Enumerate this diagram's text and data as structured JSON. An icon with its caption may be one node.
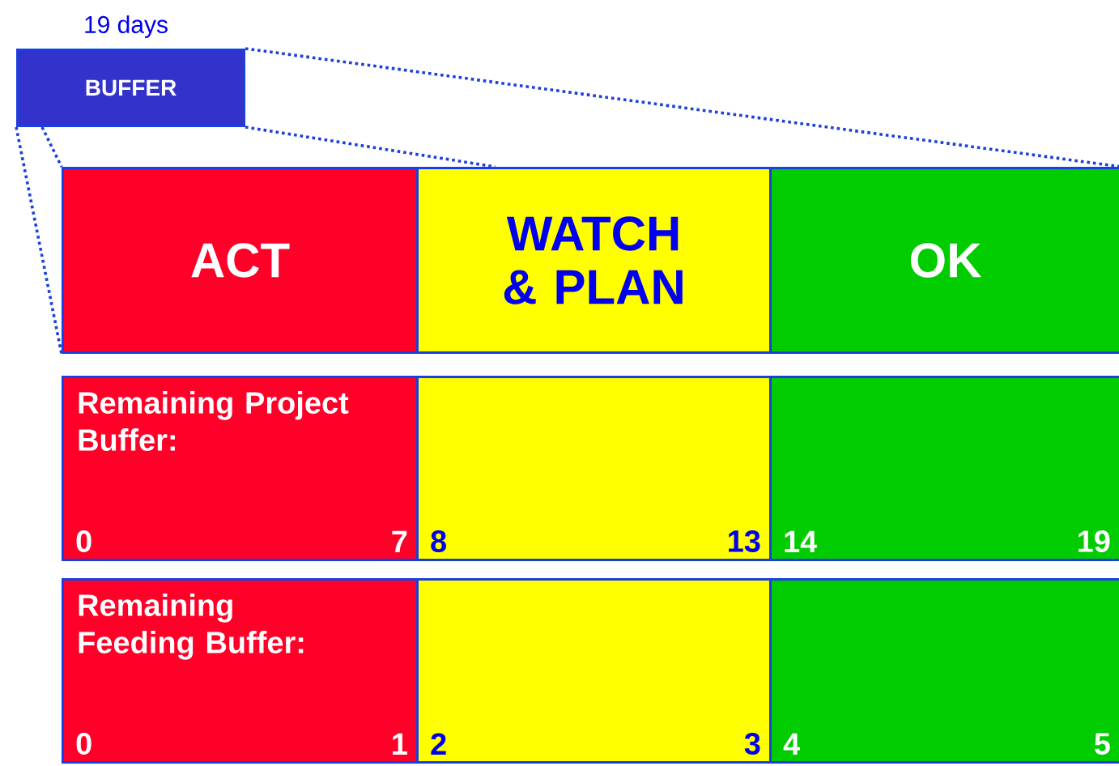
{
  "diagram": {
    "nodes": [
      {
        "text": [
          "BUFFER"
        ],
        "beside": [
          "19 days"
        ]
      },
      {
        "text": [
          "ACT"
        ]
      },
      {
        "text": [
          "WATCH & PLAN"
        ]
      },
      {
        "text": [
          "OK"
        ]
      },
      {
        "text": [
          "Remaining Project Buffer:",
          "0",
          "7"
        ]
      },
      {
        "text": [
          "8",
          "13"
        ]
      },
      {
        "text": [
          "14",
          "19"
        ]
      },
      {
        "text": [
          "Remaining Feeding Buffer:",
          "0",
          "1"
        ]
      },
      {
        "text": [
          "2",
          "3"
        ]
      },
      {
        "text": [
          "4",
          "5"
        ]
      }
    ],
    "edges": [
      {
        "from": 0,
        "to": 1,
        "arrow": "none",
        "style": "dashed"
      },
      {
        "from": 0,
        "to": 1,
        "arrow": "none",
        "style": "dashed"
      },
      {
        "from": 0,
        "to": 2,
        "arrow": "none",
        "style": "dashed"
      },
      {
        "from": 0,
        "to": 3,
        "arrow": "none",
        "style": "dashed"
      }
    ]
  }
}
